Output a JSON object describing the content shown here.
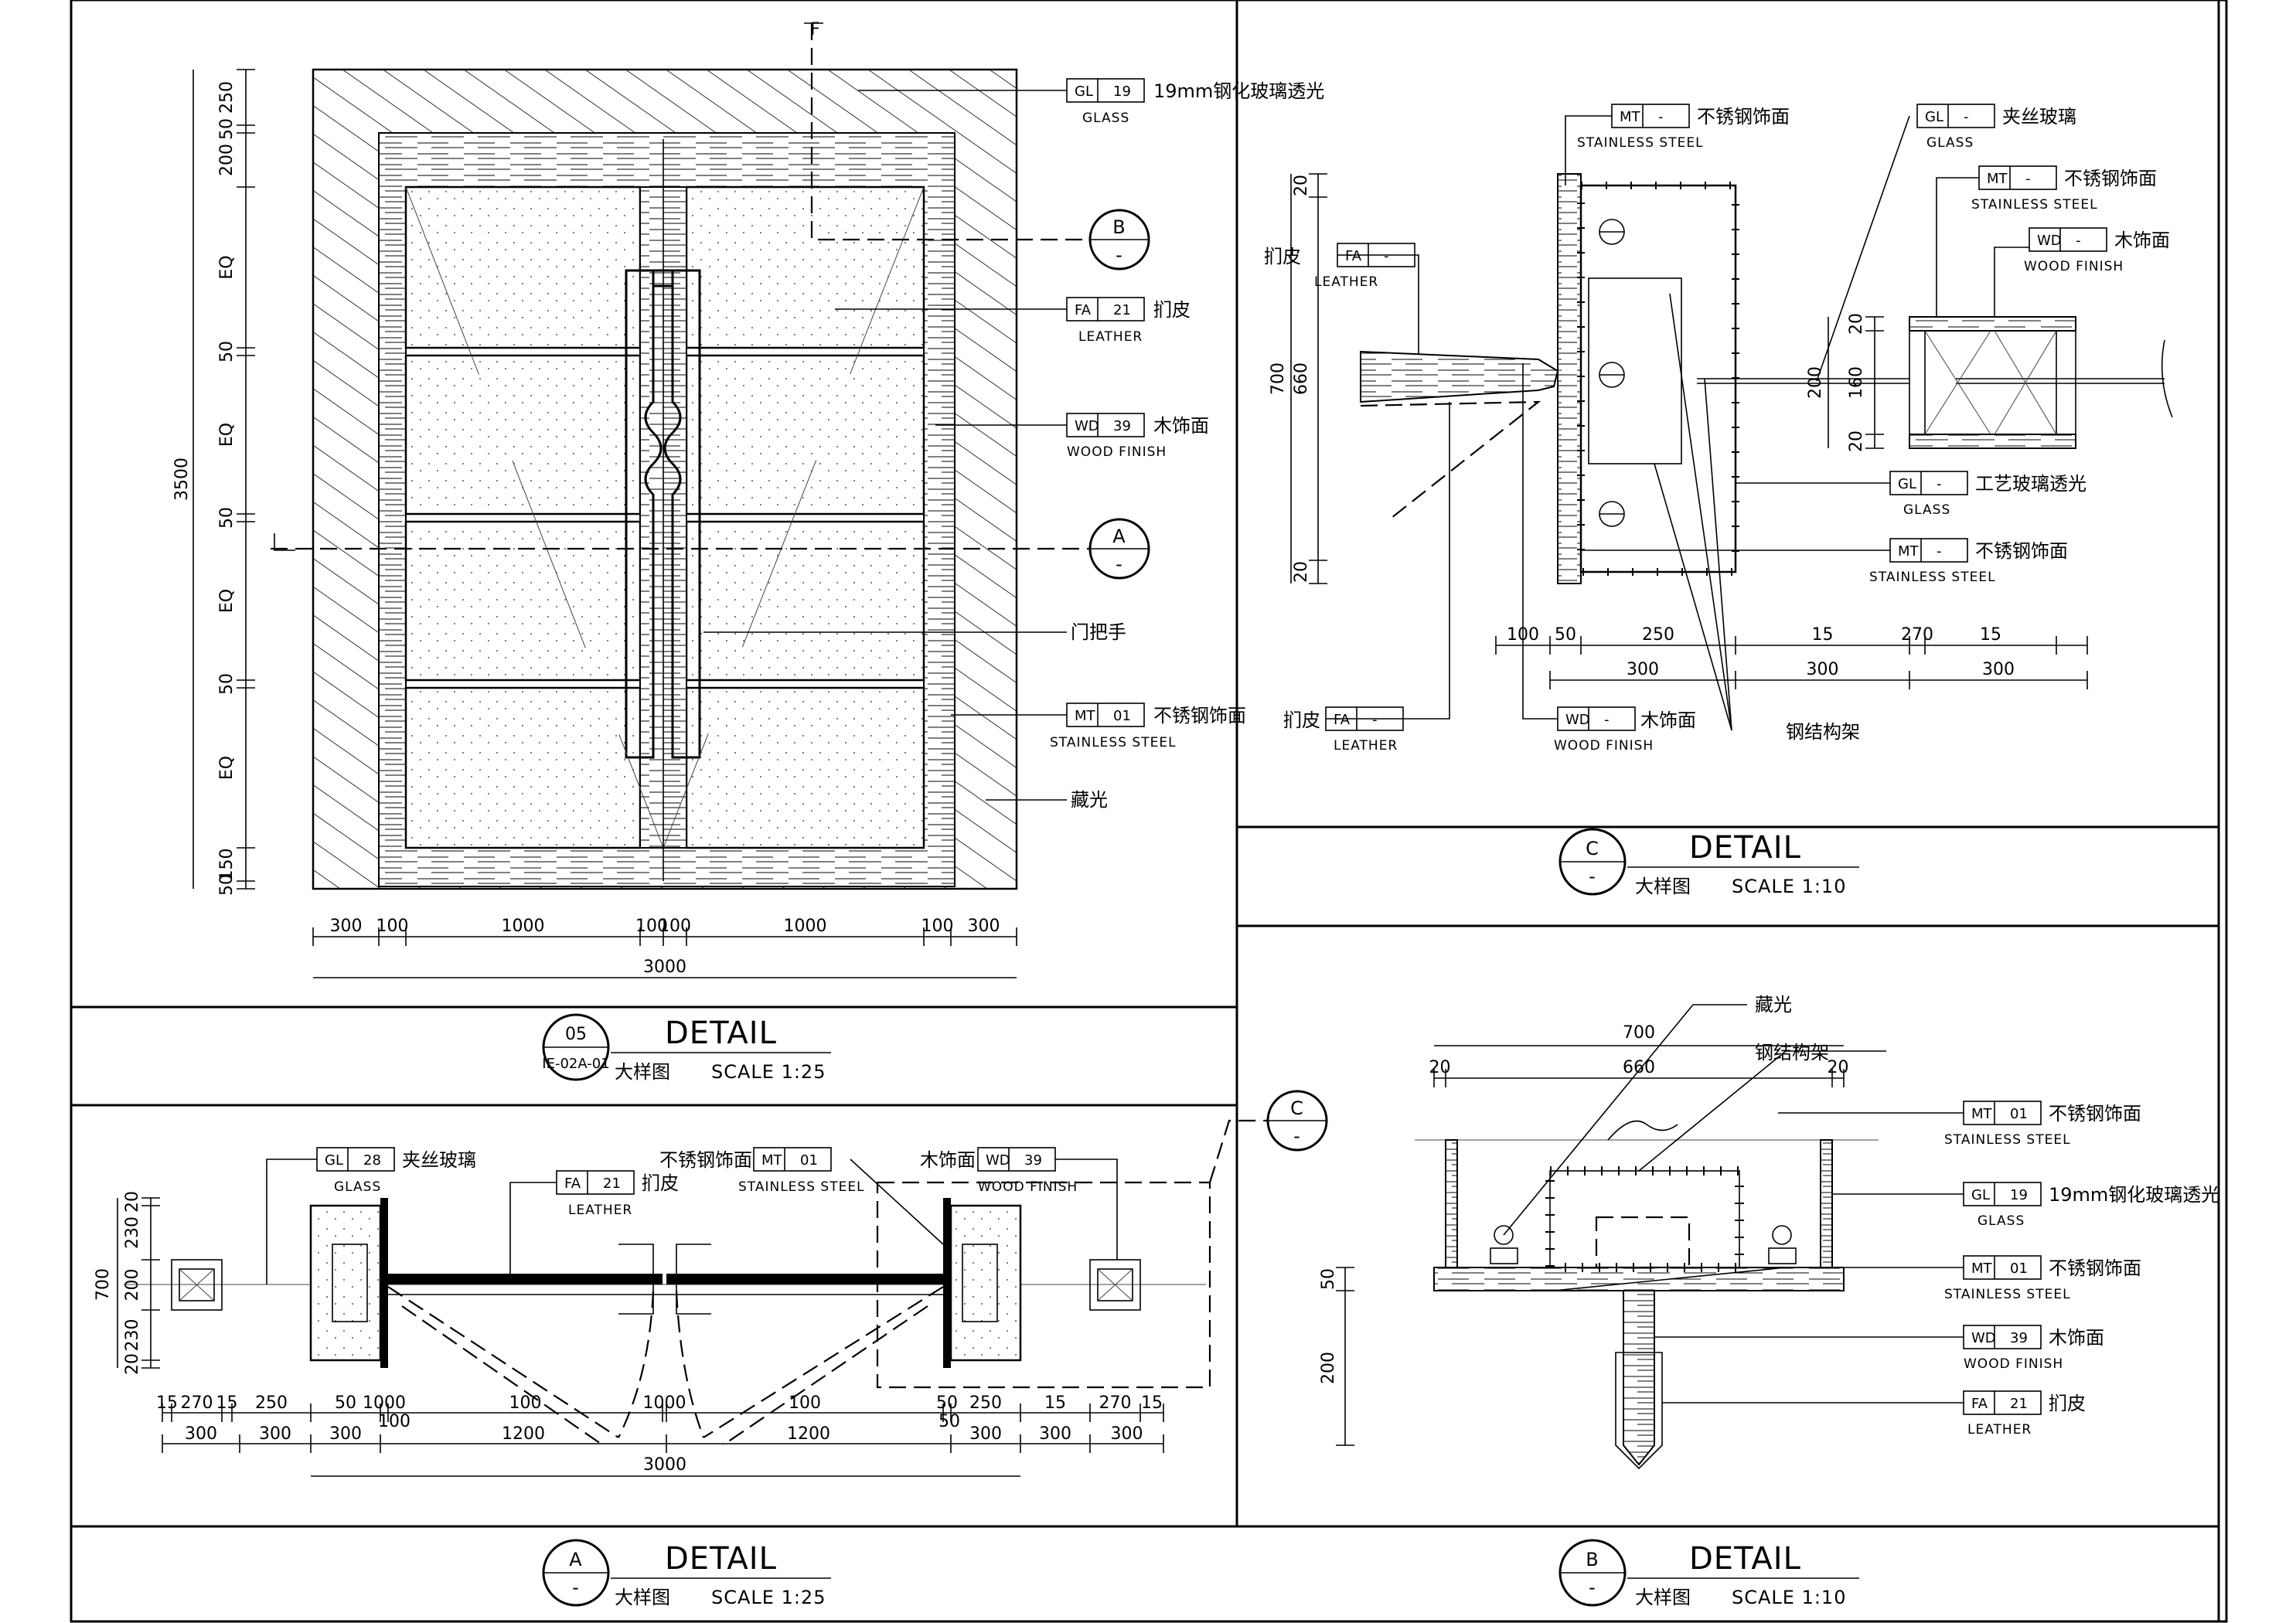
{
  "panel05": {
    "elevation_dims_left": [
      "250",
      "50",
      "200",
      "EQ",
      "50",
      "EQ",
      "50",
      "EQ",
      "50",
      "EQ",
      "150",
      "50"
    ],
    "total_height": "3500",
    "bottom_dims": [
      "300",
      "100",
      "1000",
      "100",
      "100",
      "1000",
      "100",
      "300"
    ],
    "total_width": "3000",
    "tags": [
      {
        "code": "GL",
        "num": "19",
        "cn": "19mm钢化玻璃透光",
        "en": "GLASS"
      },
      {
        "code": "FA",
        "num": "21",
        "cn": "扪皮",
        "en": "LEATHER"
      },
      {
        "code": "WD",
        "num": "39",
        "cn": "木饰面",
        "en": "WOOD FINISH"
      },
      {
        "code": "MT",
        "num": "01",
        "cn": "不锈钢饰面",
        "en": "STAINLESS STEEL"
      }
    ],
    "door_handle": "门把手",
    "hidden_light": "藏光",
    "section_b": {
      "letter": "B",
      "dash": "-"
    },
    "section_a": {
      "letter": "A",
      "dash": "-"
    },
    "section_f": "F",
    "title": {
      "num": "05",
      "ref": "IE-02A-01",
      "main": "DETAIL",
      "cn": "大样图",
      "scale": "SCALE  1:25"
    }
  },
  "panelA": {
    "tags": [
      {
        "code": "GL",
        "num": "28",
        "cn": "夹丝玻璃",
        "en": "GLASS"
      },
      {
        "code": "FA",
        "num": "21",
        "cn": "扪皮",
        "en": "LEATHER"
      },
      {
        "code": "MT",
        "num": "01",
        "cn": "不锈钢饰面",
        "en": "STAINLESS STEEL"
      },
      {
        "code": "WD",
        "num": "39",
        "cn": "木饰面",
        "en": "WOOD FINISH"
      }
    ],
    "left_dims": [
      "20",
      "230",
      "200",
      "230",
      "20"
    ],
    "total_height": "700",
    "row1": [
      "15",
      "270",
      "15",
      "250",
      "50",
      "1000",
      "100",
      "1000",
      "100",
      "50",
      "250",
      "15",
      "270",
      "15"
    ],
    "row1b": [
      "100",
      "50"
    ],
    "row2": [
      "300",
      "300",
      "300",
      "1200",
      "1200",
      "300",
      "300",
      "300"
    ],
    "total_width": "3000",
    "callout": {
      "letter": "C",
      "dash": "-"
    },
    "title": {
      "letter": "A",
      "dash": "-",
      "main": "DETAIL",
      "cn": "大样图",
      "scale": "SCALE  1:25"
    }
  },
  "panelC": {
    "tags": [
      {
        "code": "MT",
        "num": "-",
        "cn": "不锈钢饰面",
        "en": "STAINLESS STEEL"
      },
      {
        "code": "GL",
        "num": "-",
        "cn": "夹丝玻璃",
        "en": "GLASS"
      },
      {
        "code": "MT",
        "num": "-",
        "cn": "不锈钢饰面",
        "en": "STAINLESS STEEL"
      },
      {
        "code": "WD",
        "num": "-",
        "cn": "木饰面",
        "en": "WOOD FINISH"
      },
      {
        "code": "FA",
        "num": "-",
        "cn": "扪皮",
        "en": "LEATHER"
      },
      {
        "code": "GL",
        "num": "-",
        "cn": "工艺玻璃透光",
        "en": "GLASS"
      },
      {
        "code": "MT",
        "num": "-",
        "cn": "不锈钢饰面",
        "en": "STAINLESS STEEL"
      },
      {
        "code": "FA",
        "num": "-",
        "cn": "扪皮",
        "en": "LEATHER"
      },
      {
        "code": "WD",
        "num": "-",
        "cn": "木饰面",
        "en": "WOOD FINISH"
      }
    ],
    "steel_frame": "钢结构架",
    "left_dims": [
      "20",
      "660",
      "20"
    ],
    "total_height": "700",
    "right_dims": [
      "20",
      "160",
      "20"
    ],
    "right_total": "200",
    "row1": [
      "100",
      "50",
      "250",
      "15",
      "270",
      "15"
    ],
    "row2": [
      "300",
      "300",
      "300"
    ],
    "title": {
      "letter": "C",
      "dash": "-",
      "main": "DETAIL",
      "cn": "大样图",
      "scale": "SCALE  1:10"
    }
  },
  "panelB": {
    "hidden_light": "藏光",
    "steel_frame": "钢结构架",
    "top_total": "700",
    "top_dims": [
      "20",
      "660",
      "20"
    ],
    "left_dims": [
      "50",
      "200"
    ],
    "tags": [
      {
        "code": "MT",
        "num": "01",
        "cn": "不锈钢饰面",
        "en": "STAINLESS STEEL"
      },
      {
        "code": "GL",
        "num": "19",
        "cn": "19mm钢化玻璃透光",
        "en": "GLASS"
      },
      {
        "code": "MT",
        "num": "01",
        "cn": "不锈钢饰面",
        "en": "STAINLESS STEEL"
      },
      {
        "code": "WD",
        "num": "39",
        "cn": "木饰面",
        "en": "WOOD FINISH"
      },
      {
        "code": "FA",
        "num": "21",
        "cn": "扪皮",
        "en": "LEATHER"
      }
    ],
    "title": {
      "letter": "B",
      "dash": "-",
      "main": "DETAIL",
      "cn": "大样图",
      "scale": "SCALE  1:10"
    }
  }
}
